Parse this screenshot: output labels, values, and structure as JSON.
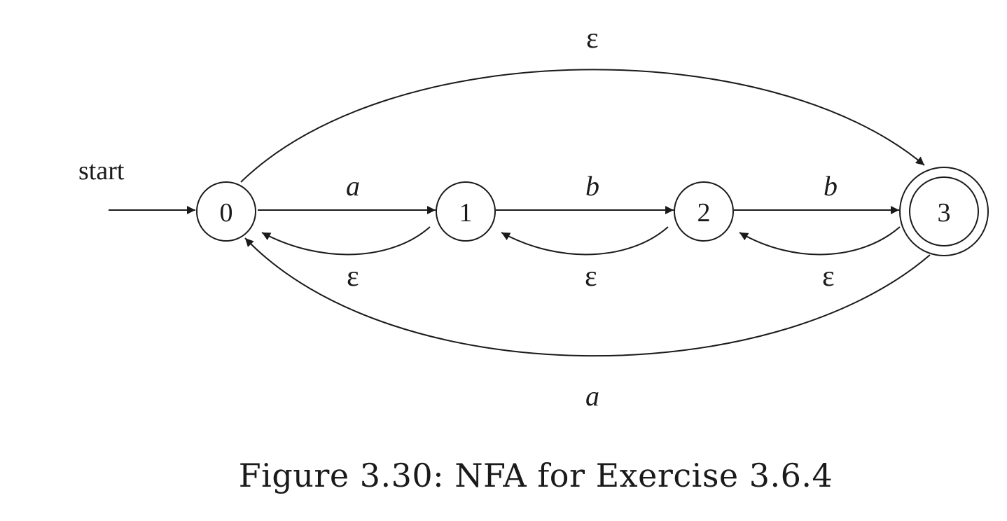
{
  "caption": "Figure 3.30: NFA for Exercise 3.6.4",
  "start_label": "start",
  "states": {
    "s0": "0",
    "s1": "1",
    "s2": "2",
    "s3": "3"
  },
  "accepting_states": [
    "3"
  ],
  "transitions": {
    "t0_3": {
      "from": "0",
      "to": "3",
      "label": "ε"
    },
    "t0_1": {
      "from": "0",
      "to": "1",
      "label": "a"
    },
    "t1_2": {
      "from": "1",
      "to": "2",
      "label": "b"
    },
    "t2_3": {
      "from": "2",
      "to": "3",
      "label": "b"
    },
    "t1_0": {
      "from": "1",
      "to": "0",
      "label": "ε"
    },
    "t2_1": {
      "from": "2",
      "to": "1",
      "label": "ε"
    },
    "t3_2": {
      "from": "3",
      "to": "2",
      "label": "ε"
    },
    "t3_0": {
      "from": "3",
      "to": "0",
      "label": "a"
    }
  },
  "colors": {
    "ink": "#1a1a1a",
    "background": "#ffffff"
  }
}
